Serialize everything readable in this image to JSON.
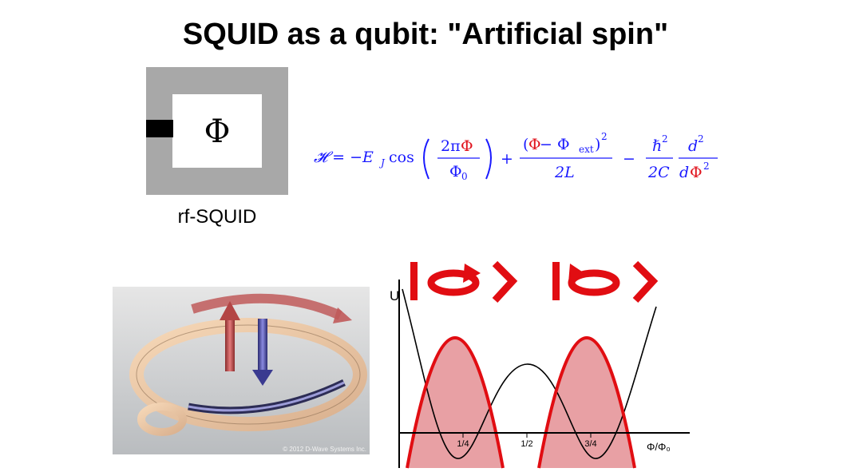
{
  "slide": {
    "title": "SQUID as a qubit:  \"Artificial spin\""
  },
  "squid": {
    "flux_symbol": "Φ",
    "label": "rf-SQUID"
  },
  "equation": {
    "lhs": "𝓗 = −E",
    "lhs_sub": "J",
    "cos": "cos",
    "frac1_num_a": "2π",
    "frac1_num_b": "Φ",
    "frac1_den": "Φ",
    "frac1_den_sub": "0",
    "plus": "+",
    "frac2_num_a": "(",
    "frac2_num_b": "Φ",
    "frac2_num_c": " − Φ",
    "frac2_num_sub": "ext",
    "frac2_num_d": ")",
    "frac2_num_sup": "2",
    "frac2_den": "2L",
    "minus": "−",
    "frac3_num": "ℏ",
    "frac3_num_sup": "2",
    "frac3_den": "2C",
    "frac4_num": "d",
    "frac4_num_sup": "2",
    "frac4_den_a": "d",
    "frac4_den_b": "Φ",
    "frac4_den_sup": "2",
    "colors": {
      "text": "#1a1aff",
      "flux": "#e0141e"
    }
  },
  "render": {
    "copyright": "© 2012 D-Wave Systems Inc."
  },
  "potential": {
    "ylabel": "U",
    "ticks": [
      "1/4",
      "1/2",
      "3/4"
    ],
    "xlabel": "Φ/Φ₀",
    "colors": {
      "fill": "#e8a0a4",
      "outline": "#e10d12",
      "curve": "#000000"
    }
  }
}
